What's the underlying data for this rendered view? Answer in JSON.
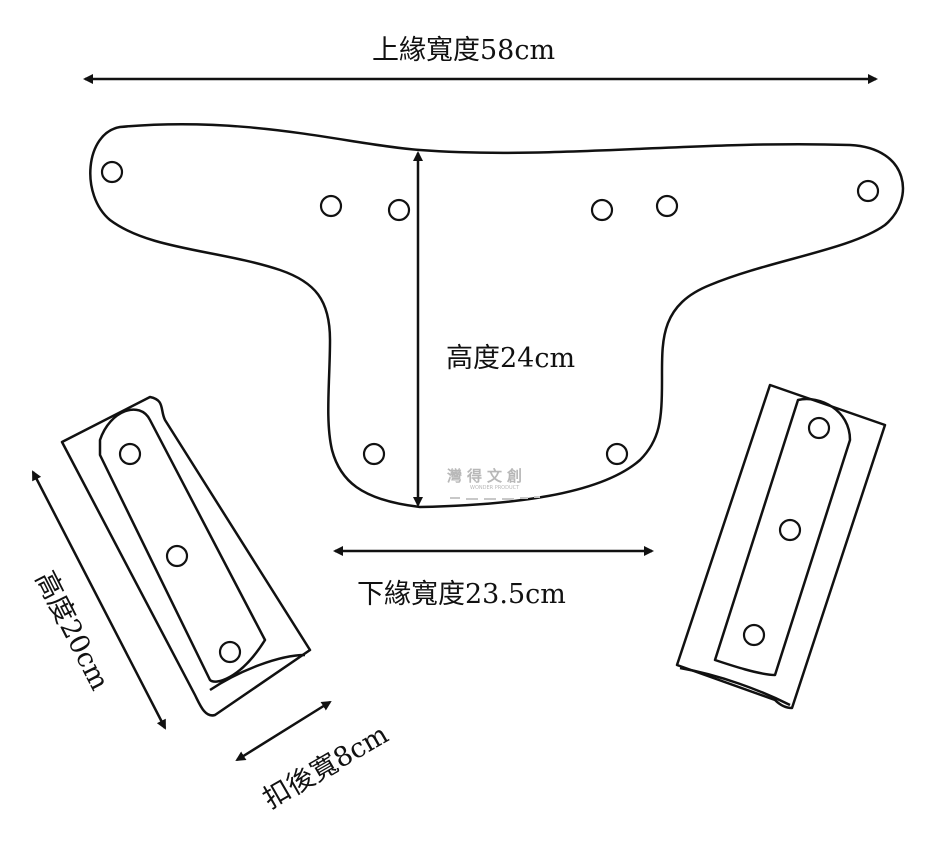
{
  "labels": {
    "top_width": "上緣寬度58cm",
    "height": "高度24cm",
    "bottom_width": "下緣寬度23.5cm",
    "strap_height": "高度20cm",
    "strap_width": "扣後寬8cm"
  },
  "watermark": {
    "name": "灣得文創",
    "sub": "WONDER PRODUCT"
  },
  "colors": {
    "line": "#111111",
    "watermark": "#b8b8b8"
  }
}
